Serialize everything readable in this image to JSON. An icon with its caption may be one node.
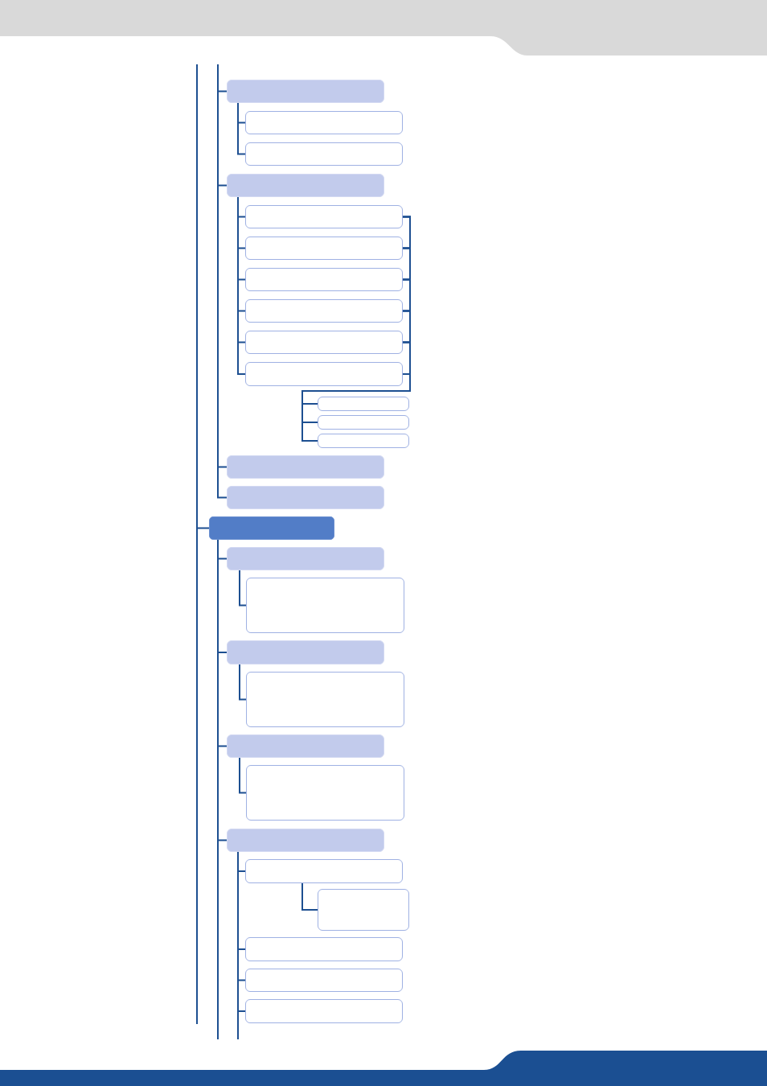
{
  "diagram": {
    "nodes": [
      {
        "text": [],
        "shape": "box"
      },
      {
        "text": [],
        "shape": "box"
      },
      {
        "text": [],
        "shape": "box"
      },
      {
        "text": [],
        "shape": "box"
      },
      {
        "text": [],
        "shape": "box"
      },
      {
        "text": [],
        "shape": "box"
      },
      {
        "text": [],
        "shape": "box"
      },
      {
        "text": [],
        "shape": "box"
      },
      {
        "text": [],
        "shape": "box"
      },
      {
        "text": [],
        "shape": "box"
      },
      {
        "text": [],
        "shape": "box"
      },
      {
        "text": [],
        "shape": "box"
      },
      {
        "text": [],
        "shape": "box"
      },
      {
        "text": [],
        "shape": "box"
      },
      {
        "text": [],
        "shape": "box"
      },
      {
        "text": [],
        "shape": "box"
      },
      {
        "text": [],
        "shape": "box"
      },
      {
        "text": [],
        "shape": "box"
      },
      {
        "text": [],
        "shape": "box"
      },
      {
        "text": [],
        "shape": "box"
      },
      {
        "text": [],
        "shape": "box"
      },
      {
        "text": [],
        "shape": "box"
      },
      {
        "text": [],
        "shape": "box"
      },
      {
        "text": [],
        "shape": "box"
      },
      {
        "text": [],
        "shape": "box"
      },
      {
        "text": [],
        "shape": "box"
      },
      {
        "text": [],
        "shape": "box"
      },
      {
        "text": [],
        "shape": "box"
      }
    ],
    "edges": [
      {
        "from": null,
        "to": 0,
        "arrow": "none"
      },
      {
        "from": 0,
        "to": 1,
        "arrow": "none"
      },
      {
        "from": 0,
        "to": 2,
        "arrow": "none"
      },
      {
        "from": null,
        "to": 3,
        "arrow": "none"
      },
      {
        "from": 3,
        "to": 4,
        "arrow": "none"
      },
      {
        "from": 3,
        "to": 5,
        "arrow": "none"
      },
      {
        "from": 3,
        "to": 6,
        "arrow": "none"
      },
      {
        "from": 3,
        "to": 7,
        "arrow": "none"
      },
      {
        "from": 3,
        "to": 8,
        "arrow": "none"
      },
      {
        "from": 3,
        "to": 9,
        "arrow": "none"
      },
      {
        "from": 4,
        "to": 10,
        "arrow": "none"
      },
      {
        "from": 4,
        "to": 11,
        "arrow": "none"
      },
      {
        "from": 4,
        "to": 12,
        "arrow": "none"
      },
      {
        "from": 5,
        "to": 10,
        "arrow": "none"
      },
      {
        "from": 5,
        "to": 11,
        "arrow": "none"
      },
      {
        "from": 5,
        "to": 12,
        "arrow": "none"
      },
      {
        "from": 6,
        "to": 10,
        "arrow": "none"
      },
      {
        "from": 6,
        "to": 11,
        "arrow": "none"
      },
      {
        "from": 6,
        "to": 12,
        "arrow": "none"
      },
      {
        "from": 7,
        "to": 10,
        "arrow": "none"
      },
      {
        "from": 7,
        "to": 11,
        "arrow": "none"
      },
      {
        "from": 7,
        "to": 12,
        "arrow": "none"
      },
      {
        "from": 8,
        "to": 10,
        "arrow": "none"
      },
      {
        "from": 8,
        "to": 11,
        "arrow": "none"
      },
      {
        "from": 8,
        "to": 12,
        "arrow": "none"
      },
      {
        "from": 9,
        "to": 10,
        "arrow": "none"
      },
      {
        "from": 9,
        "to": 11,
        "arrow": "none"
      },
      {
        "from": 9,
        "to": 12,
        "arrow": "none"
      },
      {
        "from": null,
        "to": 13,
        "arrow": "none"
      },
      {
        "from": null,
        "to": 14,
        "arrow": "none"
      },
      {
        "from": null,
        "to": 15,
        "arrow": "none"
      },
      {
        "from": 15,
        "to": 16,
        "arrow": "none"
      },
      {
        "from": 16,
        "to": 17,
        "arrow": "none"
      },
      {
        "from": 15,
        "to": 18,
        "arrow": "none"
      },
      {
        "from": 18,
        "to": 19,
        "arrow": "none"
      },
      {
        "from": 15,
        "to": 20,
        "arrow": "none"
      },
      {
        "from": 20,
        "to": 21,
        "arrow": "none"
      },
      {
        "from": 15,
        "to": 22,
        "arrow": "none"
      },
      {
        "from": 22,
        "to": 23,
        "arrow": "none"
      },
      {
        "from": 23,
        "to": 24,
        "arrow": "none"
      },
      {
        "from": 22,
        "to": 25,
        "arrow": "none"
      },
      {
        "from": 22,
        "to": 26,
        "arrow": "none"
      },
      {
        "from": 22,
        "to": 27,
        "arrow": "none"
      },
      {
        "from": 15,
        "to": null,
        "arrow": "none"
      },
      {
        "from": 22,
        "to": null,
        "arrow": "none"
      }
    ]
  }
}
